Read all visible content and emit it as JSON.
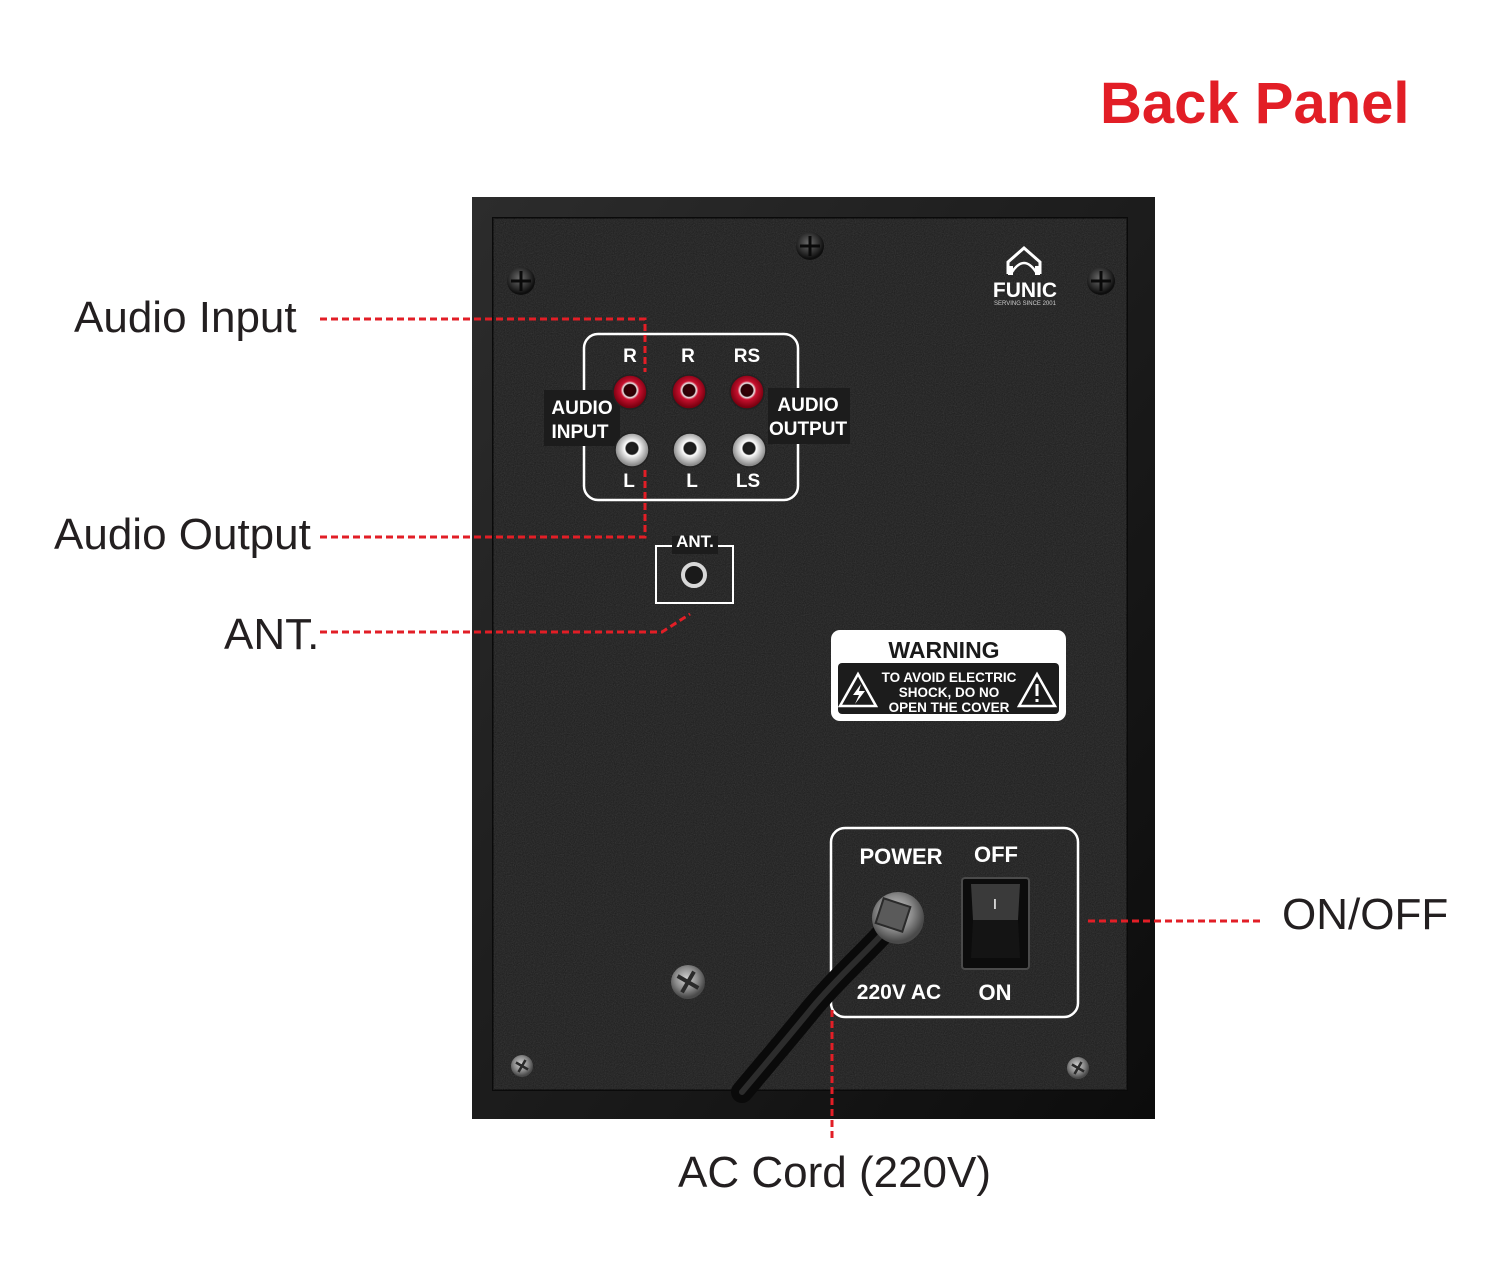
{
  "title": "Back Panel",
  "brand": {
    "name": "FUNIC",
    "tagline": "SERVING SINCE 2001",
    "logo_icon": "headphone-house-icon"
  },
  "callouts": {
    "audio_input": "Audio Input",
    "audio_output": "Audio Output",
    "antenna": "ANT.",
    "on_off": "ON/OFF",
    "ac_cord": "AC Cord (220V)"
  },
  "jack_panel": {
    "input_label_1": "AUDIO",
    "input_label_2": "INPUT",
    "output_label_1": "AUDIO",
    "output_label_2": "OUTPUT",
    "top_labels": [
      "R",
      "R",
      "RS"
    ],
    "bottom_labels": [
      "L",
      "L",
      "LS"
    ]
  },
  "antenna_port": {
    "label": "ANT."
  },
  "warning": {
    "heading": "WARNING",
    "lines": [
      "TO AVOID ELECTRIC",
      "SHOCK, DO NO",
      "OPEN THE COVER"
    ]
  },
  "power": {
    "power_label": "POWER",
    "voltage_label": "220V AC",
    "off_label": "OFF",
    "on_label": "ON",
    "switch_mark": "I"
  },
  "colors": {
    "accent": "#e21e26",
    "panel": "#1c1c1c",
    "text": "#231f20",
    "red_jack": "#c8102e",
    "white_jack": "#e6e6e6"
  }
}
